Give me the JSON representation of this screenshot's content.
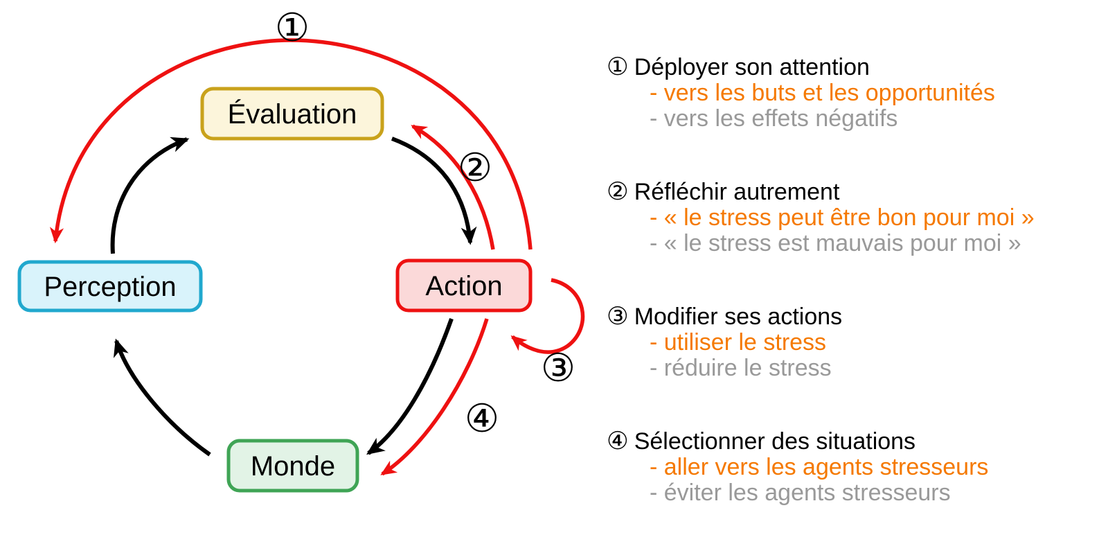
{
  "diagram": {
    "nodes": {
      "evaluation": {
        "label": "Évaluation",
        "fill": "#FCF5DB",
        "border": "#C9A21B"
      },
      "perception": {
        "label": "Perception",
        "fill": "#D9F3FB",
        "border": "#21A8CE"
      },
      "action": {
        "label": "Action",
        "fill": "#FBD9D9",
        "border": "#EE1111"
      },
      "monde": {
        "label": "Monde",
        "fill": "#E2F3E6",
        "border": "#3FA455"
      }
    },
    "badges": {
      "n1": "①",
      "n2": "②",
      "n3": "③",
      "n4": "④"
    },
    "arrow_colors": {
      "cycle": "#000000",
      "regulation": "#EE1111"
    }
  },
  "legend": {
    "colors": {
      "title": "#000000",
      "positive": "#F57900",
      "negative": "#999999"
    },
    "items": [
      {
        "number": "①",
        "title": "Déployer son attention",
        "positive": "- vers les buts et les opportunités",
        "negative": "- vers les effets négatifs"
      },
      {
        "number": "②",
        "title": "Réfléchir autrement",
        "positive": "- « le stress peut être bon pour moi »",
        "negative": "- « le stress est mauvais pour moi »"
      },
      {
        "number": "③",
        "title": "Modifier ses actions",
        "positive": "- utiliser le stress",
        "negative": "- réduire le stress"
      },
      {
        "number": "④",
        "title": "Sélectionner des situations",
        "positive": "- aller vers les agents stresseurs",
        "negative": "- éviter les agents stresseurs"
      }
    ]
  }
}
